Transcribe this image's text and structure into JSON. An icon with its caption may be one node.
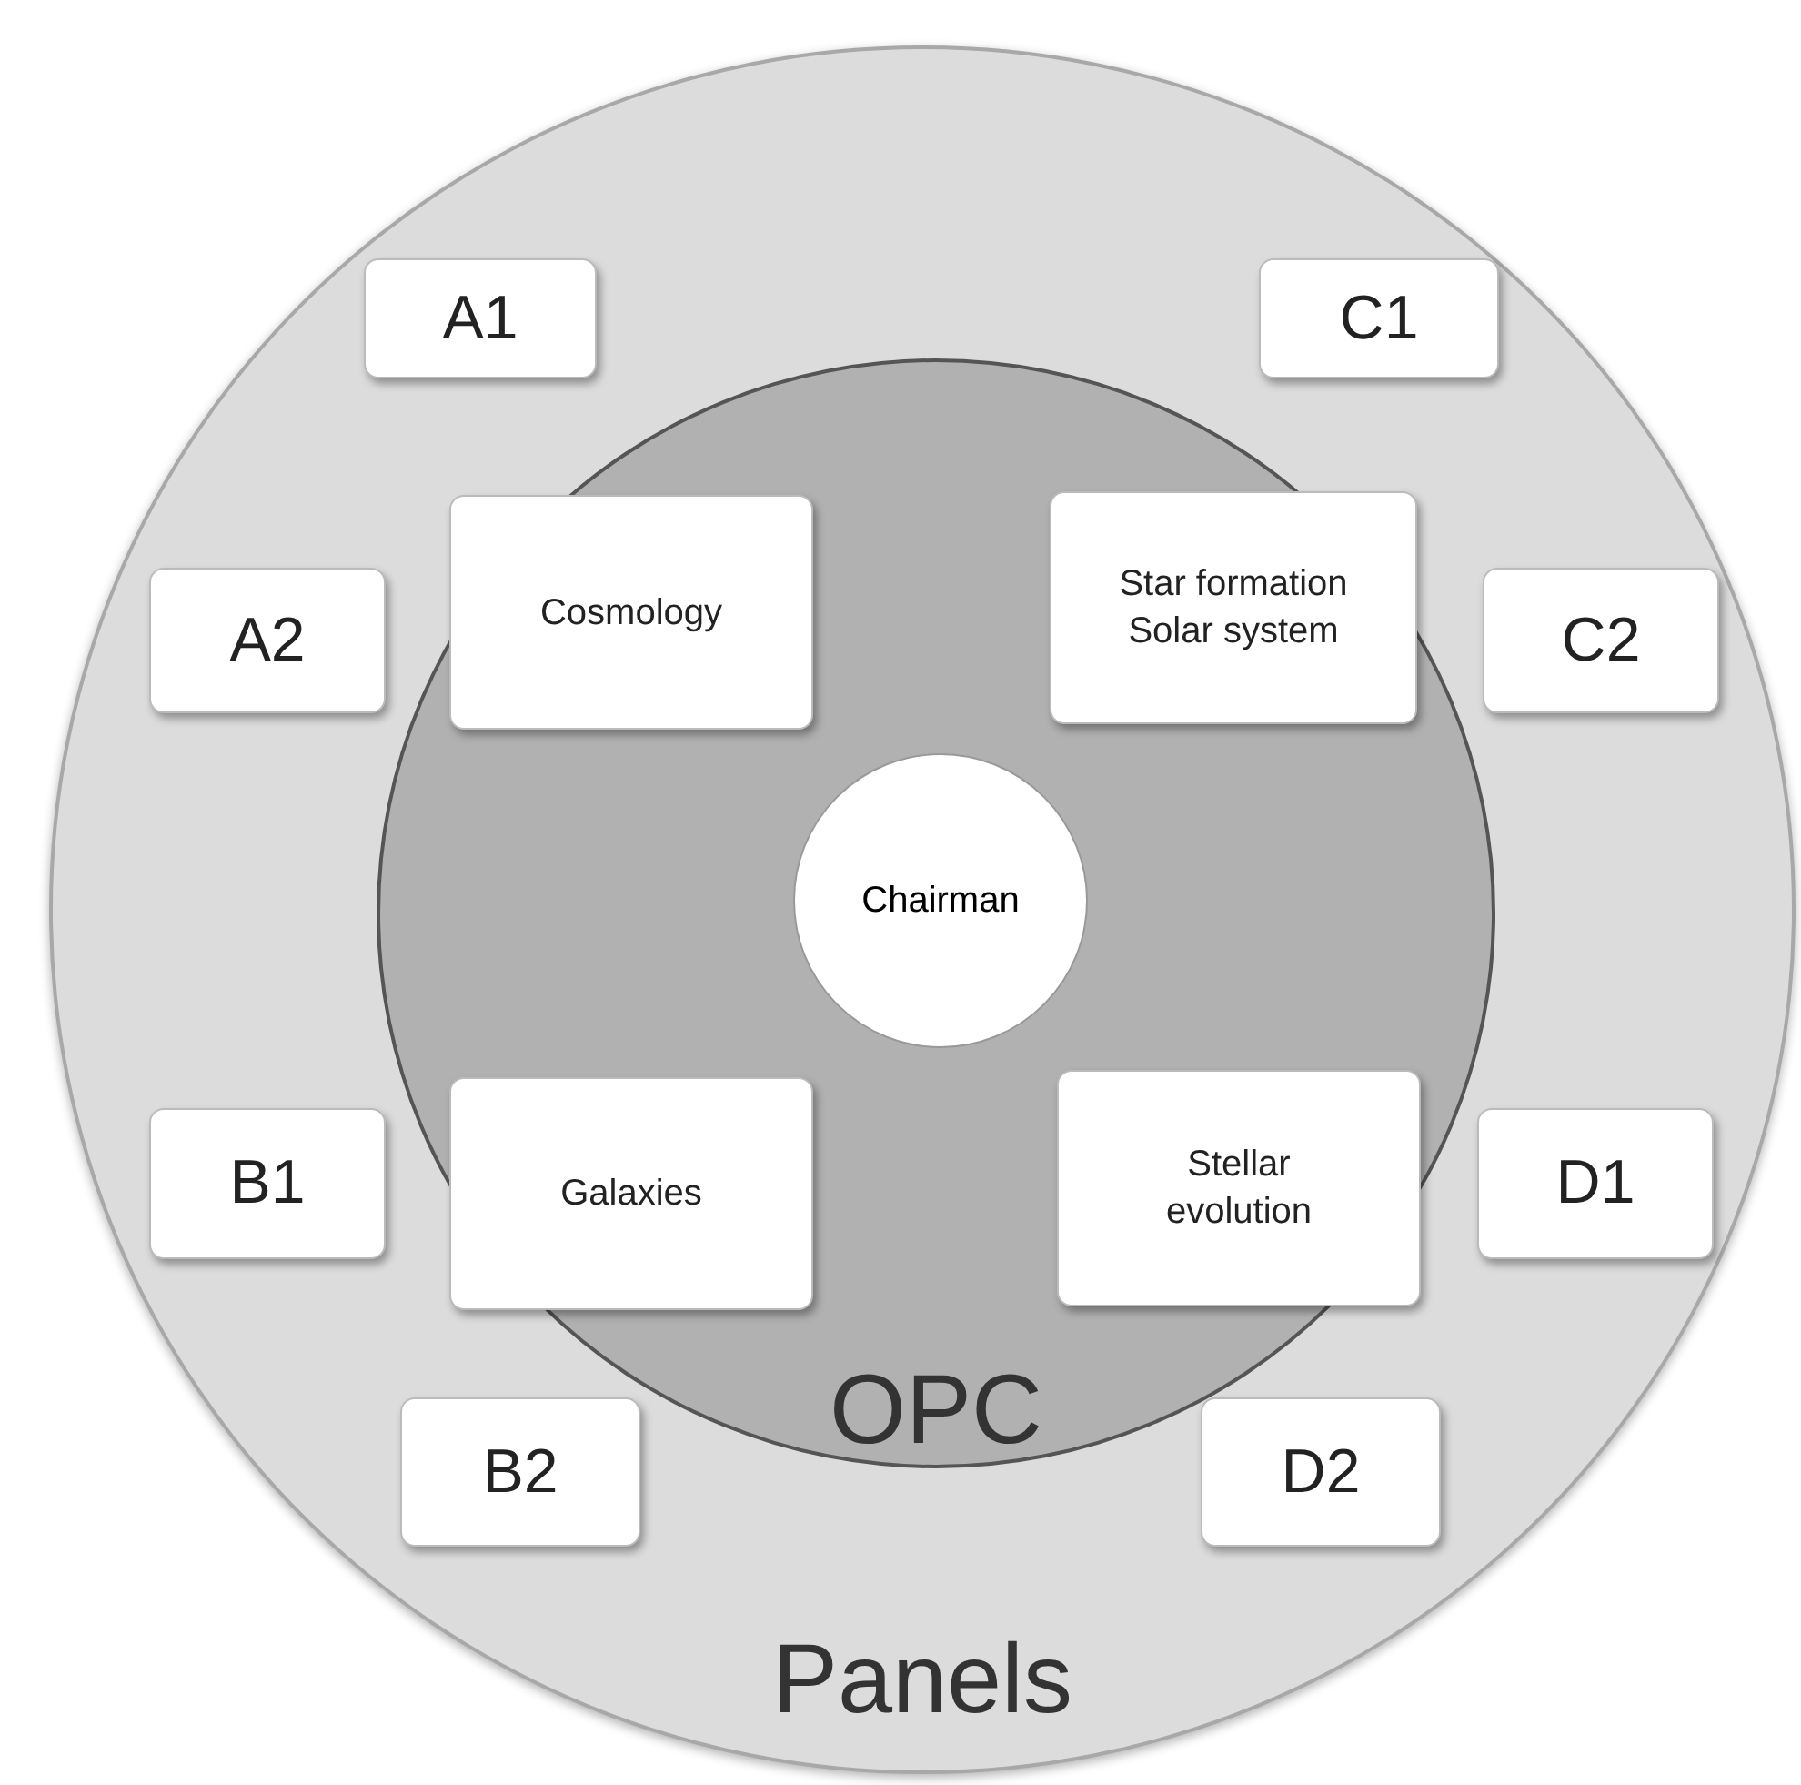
{
  "diagram": {
    "nodes": [
      {
        "text": [
          "Panels"
        ]
      },
      {
        "text": [
          "OPC"
        ],
        "in": 0
      },
      {
        "text": [
          "A1"
        ],
        "in": 0
      },
      {
        "text": [
          "C1"
        ],
        "in": 0
      },
      {
        "text": [
          "A2"
        ],
        "in": 0
      },
      {
        "text": [
          "Cosmology"
        ],
        "in": 1
      },
      {
        "text": [
          "Star formation",
          "Solar system"
        ],
        "in": 1
      },
      {
        "text": [
          "C2"
        ],
        "in": 0
      },
      {
        "text": [
          "Chairman"
        ],
        "in": 1
      },
      {
        "text": [
          "B1"
        ],
        "in": 0
      },
      {
        "text": [
          "Galaxies"
        ],
        "in": 1
      },
      {
        "text": [
          "Stellar evolution"
        ],
        "in": 1
      },
      {
        "text": [
          "D1"
        ],
        "in": 0
      },
      {
        "text": [
          "B2"
        ],
        "in": 0
      },
      {
        "text": [
          "D2"
        ],
        "in": 0
      }
    ]
  }
}
